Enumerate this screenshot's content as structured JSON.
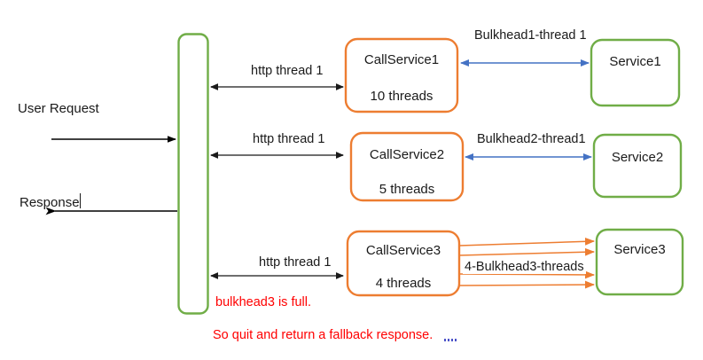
{
  "diagram": {
    "title": "Bulkhead pattern thread isolation diagram",
    "colors": {
      "gateway_green": "#70ad47",
      "service_green": "#70ad47",
      "callservice_orange": "#ed7d31",
      "bulkhead_blue": "#4472c4",
      "bulkhead_orange": "#ed7d31",
      "http_arrow_gray": "#595959",
      "request_black": "#000000",
      "note_red": "#ff0000",
      "spellcheck_blue": "#4a51c8"
    },
    "gateway": {
      "name": "gateway-bar"
    },
    "inbound": {
      "request_label": "User Request",
      "response_label": "Response"
    },
    "rows": [
      {
        "http_label": "http thread 1",
        "call_service": {
          "title": "CallService1",
          "subtitle": "10 threads"
        },
        "bulkhead_label": "Bulkhead1-thread 1",
        "service": {
          "title": "Service1"
        }
      },
      {
        "http_label": "http thread 1",
        "call_service": {
          "title": "CallService2",
          "subtitle": "5 threads"
        },
        "bulkhead_label": "Bulkhead2-thread1",
        "service": {
          "title": "Service2"
        }
      },
      {
        "http_label": "http thread 1",
        "call_service": {
          "title": "CallService3",
          "subtitle": "4 threads"
        },
        "bulkhead_label": "4-Bulkhead3-threads",
        "service": {
          "title": "Service3"
        }
      }
    ],
    "notes": [
      {
        "text": "bulkhead3 is full."
      },
      {
        "text": "So quit and return a fallback response."
      }
    ]
  }
}
